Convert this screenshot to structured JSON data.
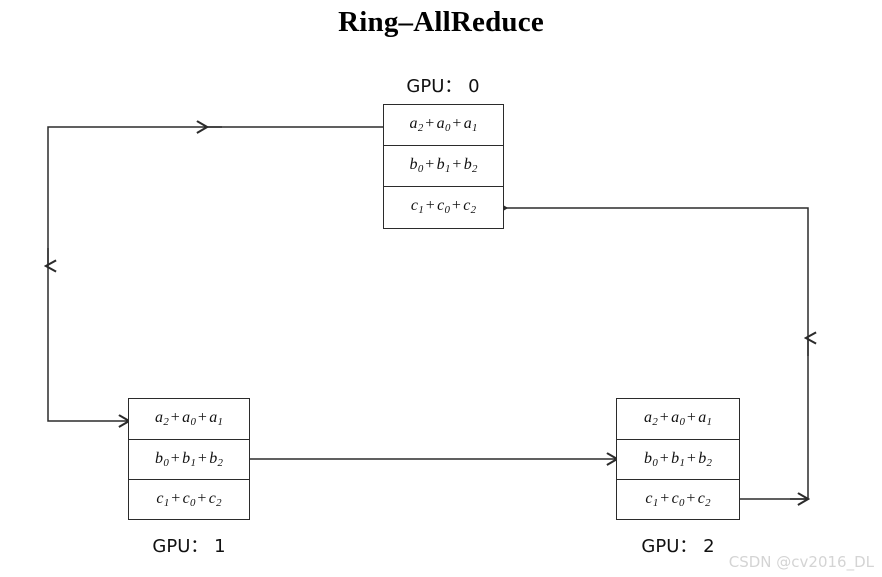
{
  "title": "Ring–AllReduce",
  "watermark": "CSDN @cv2016_DL",
  "colors": {
    "stroke": "#2b2b2b",
    "text": "#111111",
    "background": "#ffffff",
    "watermark": "#d4d4d4"
  },
  "gpus": [
    {
      "id": "gpu-0",
      "label": "GPU： 0",
      "label_position": "above",
      "rows": [
        {
          "key": "a",
          "var": "a",
          "terms": [
            "2",
            "0",
            "1"
          ],
          "text": "a₂ + a₀ + a₁"
        },
        {
          "key": "b",
          "var": "b",
          "terms": [
            "0",
            "1",
            "2"
          ],
          "text": "b₀ + b₁ + b₂"
        },
        {
          "key": "c",
          "var": "c",
          "terms": [
            "1",
            "0",
            "2"
          ],
          "text": "c₁ + c₀ + c₂"
        }
      ]
    },
    {
      "id": "gpu-1",
      "label": "GPU： 1",
      "label_position": "below",
      "rows": [
        {
          "key": "a",
          "var": "a",
          "terms": [
            "2",
            "0",
            "1"
          ],
          "text": "a₂ + a₀ + a₁"
        },
        {
          "key": "b",
          "var": "b",
          "terms": [
            "0",
            "1",
            "2"
          ],
          "text": "b₀ + b₁ + b₂"
        },
        {
          "key": "c",
          "var": "c",
          "terms": [
            "1",
            "0",
            "2"
          ],
          "text": "c₁ + c₀ + c₂"
        }
      ]
    },
    {
      "id": "gpu-2",
      "label": "GPU： 2",
      "label_position": "below",
      "rows": [
        {
          "key": "a",
          "var": "a",
          "terms": [
            "2",
            "0",
            "1"
          ],
          "text": "a₂ + a₀ + a₁"
        },
        {
          "key": "b",
          "var": "b",
          "terms": [
            "0",
            "1",
            "2"
          ],
          "text": "b₀ + b₁ + b₂"
        },
        {
          "key": "c",
          "var": "c",
          "terms": [
            "1",
            "0",
            "2"
          ],
          "text": "c₁ + c₀ + c₂"
        }
      ]
    }
  ],
  "connections": [
    {
      "id": "gpu0-a-to-gpu1-a",
      "from": "gpu-0.a",
      "to": "gpu-1.a",
      "direction": "left-down-right"
    },
    {
      "id": "gpu1-b-to-gpu2-b",
      "from": "gpu-1.b",
      "to": "gpu-2.b",
      "direction": "right"
    },
    {
      "id": "gpu2-c-to-gpu0-c",
      "from": "gpu-2.c",
      "to": "gpu-0.c",
      "direction": "right-up-left"
    }
  ]
}
